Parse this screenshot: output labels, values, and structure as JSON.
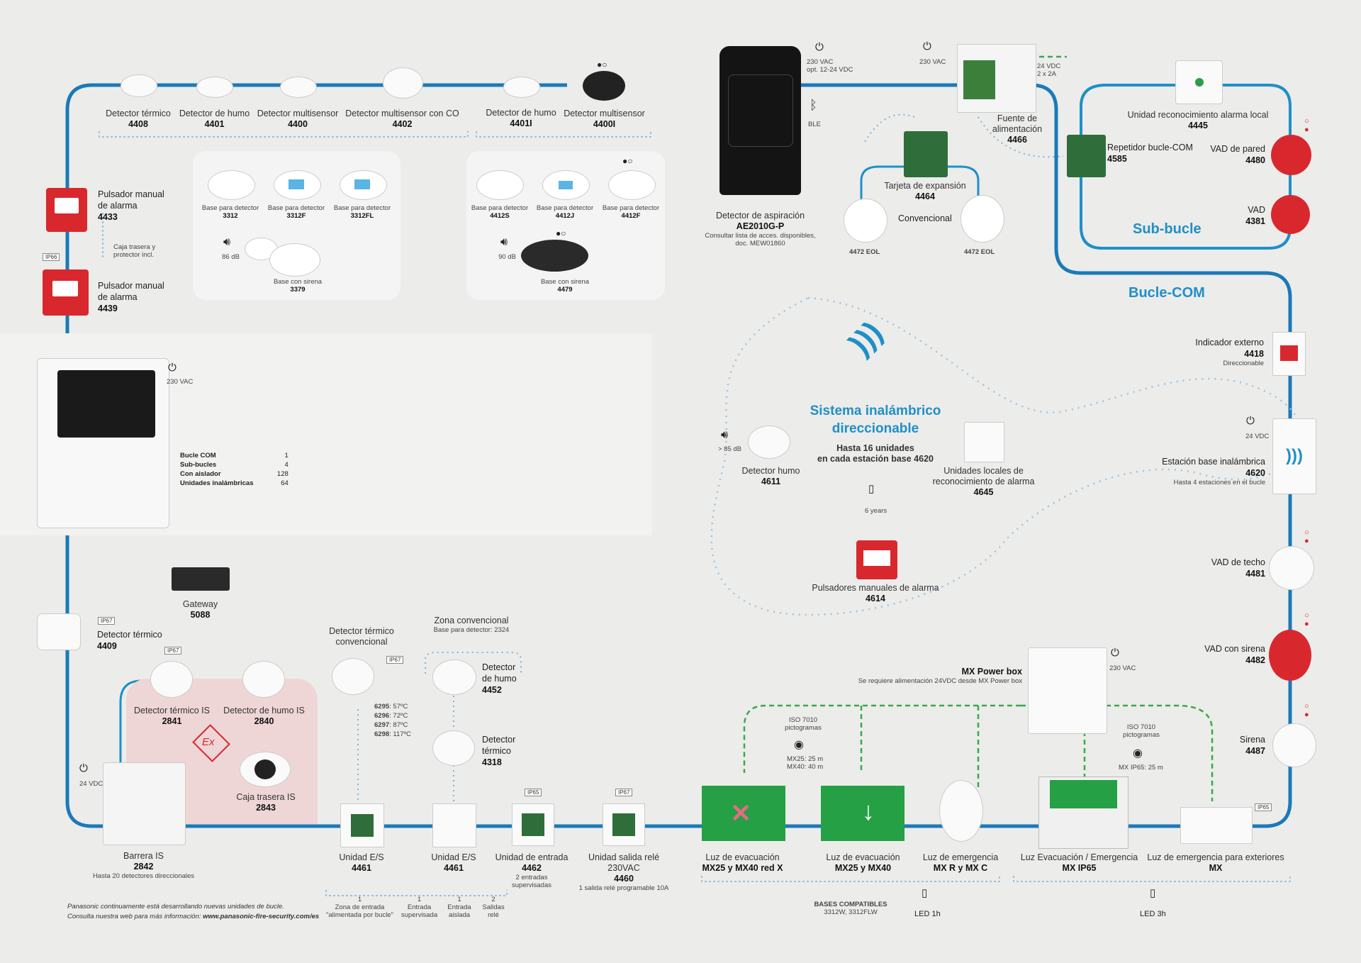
{
  "colors": {
    "loop": "#1a7ab8",
    "subloop": "#1f8fc8",
    "dot": "#7fb4d4",
    "green": "#3aa84a",
    "red": "#d8282e"
  },
  "top_detectors": [
    {
      "name": "Detector térmico",
      "code": "4408"
    },
    {
      "name": "Detector de humo",
      "code": "4401"
    },
    {
      "name": "Detector multisensor",
      "code": "4400"
    },
    {
      "name": "Detector multisensor con CO",
      "code": "4402"
    },
    {
      "name": "Detector de humo",
      "code": "4401I"
    },
    {
      "name": "Detector multisensor",
      "code": "4400I"
    }
  ],
  "bases_left": [
    {
      "name": "Base para detector",
      "code": "3312"
    },
    {
      "name": "Base para detector",
      "code": "3312F"
    },
    {
      "name": "Base para detector",
      "code": "3312FL"
    },
    {
      "name": "Base con sirena",
      "code": "3379",
      "db": "86 dB"
    }
  ],
  "bases_right": [
    {
      "name": "Base para detector",
      "code": "4412S"
    },
    {
      "name": "Base para detector",
      "code": "4412J"
    },
    {
      "name": "Base para detector",
      "code": "4412F"
    },
    {
      "name": "Base con sirena",
      "code": "4479",
      "db": "90 dB"
    }
  ],
  "manual_call": [
    {
      "name": "Pulsador manual de alarma",
      "code": "4433"
    },
    {
      "name": "Pulsador manual de alarma",
      "code": "4439"
    }
  ],
  "backbox_note": "Caja trasera y protector incl.",
  "ip66": "IP66",
  "aspiration": {
    "name": "Detector de aspiración",
    "code": "AE2010G-P",
    "note": "Consultar lista de acces. disponibles, doc. MEW01860",
    "power": "230 VAC",
    "power2": "opt. 12-24 VDC",
    "ble": "BLE"
  },
  "power_supply": {
    "name": "Fuente de alimentación",
    "code": "4466",
    "power": "230 VAC",
    "out": "24 VDC",
    "out2": "2 x 2A"
  },
  "expansion": {
    "name": "Tarjeta de expansión",
    "code": "4464",
    "conv": "Convencional",
    "eol1": "4472 EOL",
    "eol2": "4472 EOL"
  },
  "subloop": {
    "title": "Sub-bucle",
    "unit_ack": {
      "name": "Unidad reconocimiento alarma local",
      "code": "4445"
    },
    "repeater": {
      "name": "Repetidor bucle-COM",
      "code": "4585"
    },
    "vad_wall": {
      "name": "VAD de pared",
      "code": "4480"
    },
    "vad": {
      "name": "VAD",
      "code": "4381"
    }
  },
  "loop_title": "Bucle-COM",
  "external_indicator": {
    "name": "Indicador externo",
    "code": "4418",
    "note": "Direccionable"
  },
  "wireless_base": {
    "name": "Estación base inalámbrica",
    "code": "4620",
    "note": "Hasta 4 estaciones en el bucle",
    "power": "24 VDC"
  },
  "vad_ceiling": {
    "name": "VAD de techo",
    "code": "4481"
  },
  "vad_siren": {
    "name": "VAD con sirena",
    "code": "4482"
  },
  "siren": {
    "name": "Sirena",
    "code": "4487"
  },
  "panel": {
    "power": "230 VAC",
    "specs": [
      {
        "k": "Bucle COM",
        "v": "1"
      },
      {
        "k": "Sub-bucles",
        "v": "4"
      },
      {
        "k": "Con aislador",
        "v": "128"
      },
      {
        "k": "Unidades inalámbricas",
        "v": "64"
      }
    ]
  },
  "gateway": {
    "name": "Gateway",
    "code": "5088"
  },
  "wireless": {
    "title1": "Sistema inalámbrico",
    "title2": "direccionable",
    "sub1": "Hasta 16 unidades",
    "sub2": "en cada estación base 4620",
    "smoke": {
      "name": "Detector humo",
      "code": "4611",
      "db": "> 85 dB"
    },
    "ack": {
      "name": "Unidades locales de reconocimiento de alarma",
      "code": "4645"
    },
    "battery": "6 years",
    "mcp": {
      "name": "Pulsadores manuales de alarma",
      "code": "4614"
    }
  },
  "thermal_4409": {
    "name": "Detector térmico",
    "code": "4409",
    "ip": "IP67"
  },
  "is_zone": {
    "thermal": {
      "name": "Detector térmico IS",
      "code": "2841",
      "ip": "IP67"
    },
    "smoke": {
      "name": "Detector de humo IS",
      "code": "2840"
    },
    "box": {
      "name": "Caja trasera IS",
      "code": "2843"
    },
    "ex": "Ex"
  },
  "barrier": {
    "name": "Barrera IS",
    "code": "2842",
    "note": "Hasta 20 detectores direccionales",
    "power": "24 VDC"
  },
  "conv_thermal": {
    "name": "Detector térmico convencional",
    "ip": "IP67",
    "temps": [
      {
        "k": "6295",
        "v": ": 57ºC"
      },
      {
        "k": "6296",
        "v": ": 72ºC"
      },
      {
        "k": "6297",
        "v": ": 87ºC"
      },
      {
        "k": "6298",
        "v": ": 117ºC"
      }
    ]
  },
  "conv_zone": {
    "title": "Zona convencional",
    "sub": "Base para detector: 2324",
    "smoke": {
      "name": "Detector de humo",
      "code": "4452"
    },
    "thermal": {
      "name": "Detector térmico",
      "code": "4318"
    }
  },
  "io1": {
    "name": "Unidad E/S",
    "code": "4461"
  },
  "io2": {
    "name": "Unidad E/S",
    "code": "4461"
  },
  "input_unit": {
    "name": "Unidad de entrada",
    "code": "4462",
    "note": "2 entradas supervisadas",
    "ip": "IP65"
  },
  "relay_unit": {
    "name": "Unidad salida relé 230VAC",
    "code": "4460",
    "note": "1 salida relé programable 10A",
    "ip": "IP67"
  },
  "io_notes": [
    {
      "n": "1",
      "t": "Zona de entrada \"alimentada por bucle\""
    },
    {
      "n": "1",
      "t": "Entrada supervisada"
    },
    {
      "n": "1",
      "t": "Entrada aislada"
    },
    {
      "n": "2",
      "t": "Salidas relé"
    }
  ],
  "footer1": "Panasonic continuamente está desarrollando nuevas unidades de bucle.",
  "footer2a": "Consulta nuestra web para más información: ",
  "footer2b": "www.panasonic-fire-security.com/es",
  "mx": {
    "powerbox": {
      "name": "MX Power box",
      "note": "Se requiere alimentación 24VDC desde MX Power box",
      "power": "230 VAC"
    },
    "iso1": "ISO 7010 pictogramas",
    "iso1b": "MX25: 25 m",
    "iso1c": "MX40: 40 m",
    "iso2": "ISO 7010 pictogramas",
    "iso2b": "MX IP65: 25 m",
    "lights": [
      {
        "name": "Luz de evacuación",
        "code": "MX25 y MX40 red X"
      },
      {
        "name": "Luz de evacuación",
        "code": "MX25 y MX40"
      },
      {
        "name": "Luz de emergencia",
        "code": "MX R y MX C"
      },
      {
        "name": "Luz Evacuación / Emergencia",
        "code": "MX IP65"
      },
      {
        "name": "Luz de emergencia para exteriores",
        "code": "MX"
      }
    ],
    "bases_title": "BASES COMPATIBLES",
    "bases": "3312W, 3312FLW",
    "led1": "LED 1h",
    "led2": "LED 3h",
    "ip65": "IP65"
  }
}
